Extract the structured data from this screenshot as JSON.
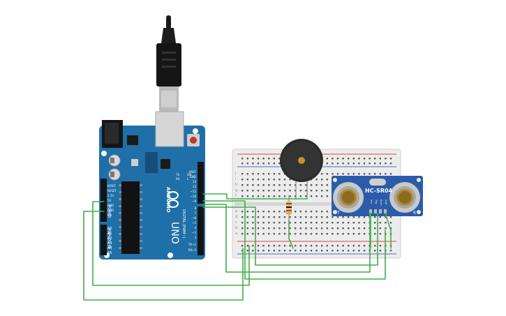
{
  "arduino": {
    "brand": "ARDUINO",
    "model": "UNO",
    "digital_header": "DIGITAL (PWM~)",
    "power_header": "POWER",
    "analog_header": "ANALOG IN",
    "tx_label": "TX",
    "rx_label": "RX",
    "on_label": "ON",
    "l_label": "L",
    "power_pins": [
      "IOREF",
      "RESET",
      "3.3V",
      "5V",
      "GND",
      "GND",
      "Vin"
    ],
    "analog_pins": [
      "A0",
      "A1",
      "A2",
      "A3",
      "A4",
      "A5"
    ],
    "digital_pins": [
      "AREF",
      "GND",
      "13",
      "12",
      "~11",
      "~10",
      "~9",
      "8",
      "7",
      "~6",
      "~5",
      "4",
      "~3",
      "2",
      "TX→1",
      "RX←0"
    ]
  },
  "sensor": {
    "model": "HC-SR04",
    "pins": [
      "Vcc",
      "Trig",
      "Echo",
      "Gnd"
    ],
    "left_mark": "T",
    "right_mark": "R"
  },
  "breadboard": {
    "row_labels_top": [
      "j",
      "i",
      "h",
      "g",
      "f"
    ],
    "row_labels_bottom": [
      "e",
      "d",
      "c",
      "b",
      "a"
    ]
  },
  "colors": {
    "board": "#1f6fa8",
    "board_dark": "#17527e",
    "wire": "#3fae49",
    "breadboard": "#ececec",
    "sensor": "#2a5caa",
    "transducer": "#c9c9c9",
    "buzzer": "#2b2b2b",
    "rail_red": "#e04444",
    "rail_blue": "#4a6fc7"
  },
  "icons": [
    "usb-cable-icon",
    "arduino-logo-icon",
    "resistor-icon",
    "buzzer-icon"
  ]
}
